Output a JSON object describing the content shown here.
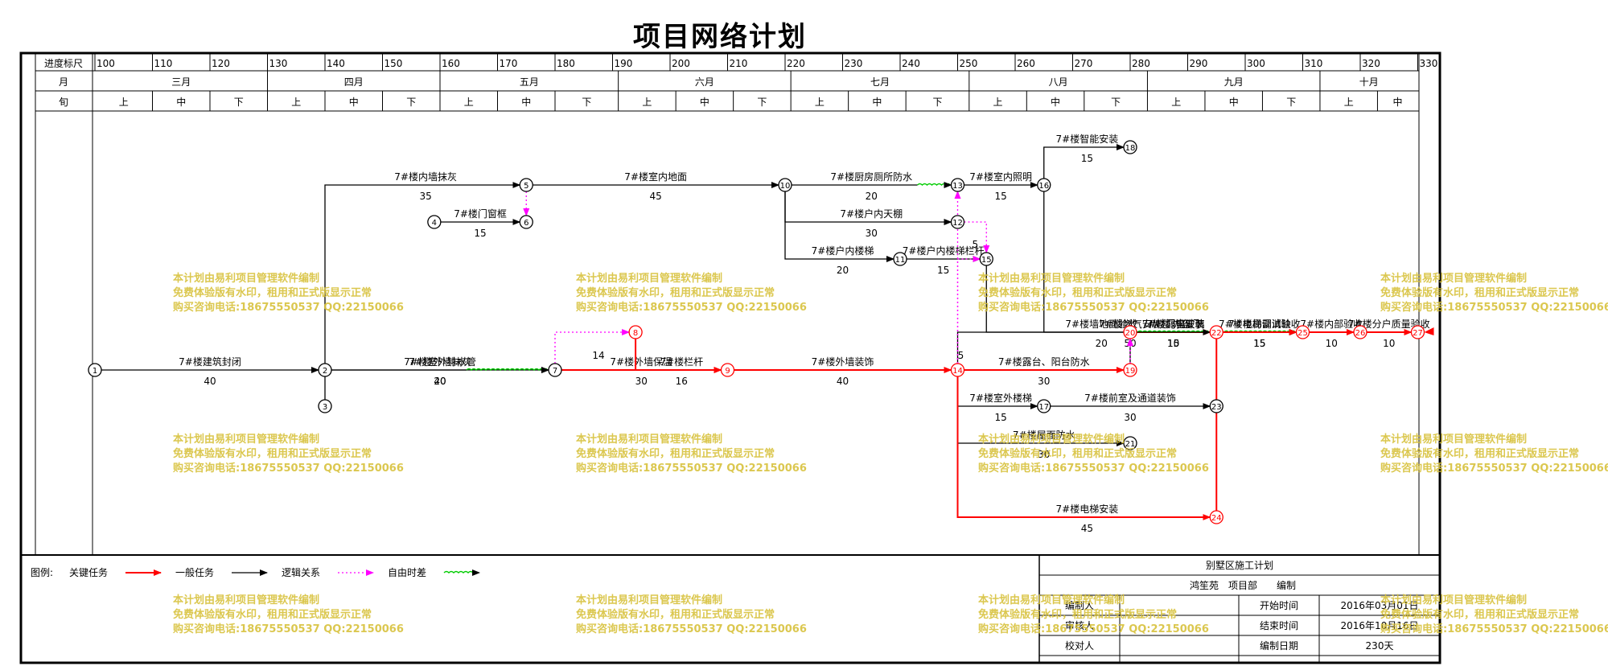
{
  "title": "项目网络计划",
  "scale": {
    "row_label": "进度标尺",
    "month_label": "月",
    "period_label": "旬",
    "start": 100,
    "ticks": [
      "100",
      "110",
      "120",
      "130",
      "140",
      "150",
      "160",
      "170",
      "180",
      "190",
      "200",
      "210",
      "220",
      "230",
      "240",
      "250",
      "260",
      "270",
      "280",
      "290",
      "300",
      "310",
      "320",
      "330"
    ],
    "months": [
      {
        "name": "三月",
        "from": 100,
        "to": 130
      },
      {
        "name": "四月",
        "from": 130,
        "to": 160
      },
      {
        "name": "五月",
        "from": 160,
        "to": 191
      },
      {
        "name": "六月",
        "from": 191,
        "to": 221
      },
      {
        "name": "七月",
        "from": 221,
        "to": 252
      },
      {
        "name": "八月",
        "from": 252,
        "to": 283
      },
      {
        "name": "九月",
        "from": 283,
        "to": 313
      },
      {
        "name": "十月",
        "from": 313,
        "to": 330
      }
    ],
    "periods": [
      {
        "name": "上",
        "from": 100,
        "to": 110
      },
      {
        "name": "中",
        "from": 110,
        "to": 120
      },
      {
        "name": "下",
        "from": 120,
        "to": 130
      },
      {
        "name": "上",
        "from": 130,
        "to": 140
      },
      {
        "name": "中",
        "from": 140,
        "to": 150
      },
      {
        "name": "下",
        "from": 150,
        "to": 160
      },
      {
        "name": "上",
        "from": 160,
        "to": 170
      },
      {
        "name": "中",
        "from": 170,
        "to": 180
      },
      {
        "name": "下",
        "from": 180,
        "to": 191
      },
      {
        "name": "上",
        "from": 191,
        "to": 201
      },
      {
        "name": "中",
        "from": 201,
        "to": 211
      },
      {
        "name": "下",
        "from": 211,
        "to": 221
      },
      {
        "name": "上",
        "from": 221,
        "to": 231
      },
      {
        "name": "中",
        "from": 231,
        "to": 241
      },
      {
        "name": "下",
        "from": 241,
        "to": 252
      },
      {
        "name": "上",
        "from": 252,
        "to": 262
      },
      {
        "name": "中",
        "from": 262,
        "to": 272
      },
      {
        "name": "下",
        "from": 272,
        "to": 283
      },
      {
        "name": "上",
        "from": 283,
        "to": 293
      },
      {
        "name": "中",
        "from": 293,
        "to": 303
      },
      {
        "name": "下",
        "from": 303,
        "to": 313
      },
      {
        "name": "上",
        "from": 313,
        "to": 323
      },
      {
        "name": "中",
        "from": 323,
        "to": 330
      }
    ]
  },
  "nodes": [
    {
      "id": "1",
      "t": 100,
      "row": "main",
      "critical": false
    },
    {
      "id": "2",
      "t": 140,
      "row": "main",
      "critical": false
    },
    {
      "id": "3",
      "t": 140,
      "row": "r3",
      "critical": false
    },
    {
      "id": "4",
      "t": 159,
      "row": "r4",
      "critical": false
    },
    {
      "id": "5",
      "t": 175,
      "row": "r5",
      "critical": false
    },
    {
      "id": "6",
      "t": 175,
      "row": "r4",
      "critical": false
    },
    {
      "id": "7",
      "t": 180,
      "row": "main",
      "critical": false
    },
    {
      "id": "8",
      "t": 194,
      "row": "r8",
      "critical": true
    },
    {
      "id": "9",
      "t": 210,
      "row": "main",
      "critical": true
    },
    {
      "id": "10",
      "t": 220,
      "row": "r5",
      "critical": false
    },
    {
      "id": "11",
      "t": 240,
      "row": "r15",
      "critical": false
    },
    {
      "id": "12",
      "t": 250,
      "row": "r12",
      "critical": false
    },
    {
      "id": "13",
      "t": 250,
      "row": "r5",
      "critical": false
    },
    {
      "id": "14",
      "t": 250,
      "row": "main",
      "critical": true
    },
    {
      "id": "15",
      "t": 255,
      "row": "r15",
      "critical": false
    },
    {
      "id": "16",
      "t": 265,
      "row": "r5",
      "critical": false
    },
    {
      "id": "17",
      "t": 265,
      "row": "r3",
      "critical": false
    },
    {
      "id": "18",
      "t": 280,
      "row": "r18",
      "critical": false
    },
    {
      "id": "19",
      "t": 280,
      "row": "main",
      "critical": true
    },
    {
      "id": "20",
      "t": 280,
      "row": "r8",
      "critical": true
    },
    {
      "id": "21",
      "t": 280,
      "row": "r21",
      "critical": false
    },
    {
      "id": "22",
      "t": 295,
      "row": "r8",
      "critical": true
    },
    {
      "id": "23",
      "t": 295,
      "row": "r3",
      "critical": false
    },
    {
      "id": "24",
      "t": 295,
      "row": "r24",
      "critical": true
    },
    {
      "id": "25",
      "t": 310,
      "row": "r8",
      "critical": true
    },
    {
      "id": "26",
      "t": 320,
      "row": "r8",
      "critical": true
    },
    {
      "id": "27",
      "t": 330,
      "row": "r8",
      "critical": true
    }
  ],
  "activities": [
    {
      "from": "1",
      "to": "2",
      "name": "7#楼建筑封闭",
      "dur": "40",
      "type": "normal"
    },
    {
      "from": "2",
      "to": "5",
      "name": "7#楼内墙抹灰",
      "dur": "35",
      "type": "normal"
    },
    {
      "from": "2",
      "to": "7",
      "name": "7#楼外墙抹灰",
      "dur": "40",
      "type": "normal"
    },
    {
      "from": "3",
      "to": "7",
      "name": "7#楼室外排水管",
      "dur": "20",
      "type": "normal",
      "float_to": 180
    },
    {
      "from": "4",
      "to": "6",
      "name": "7#楼门窗框",
      "dur": "15",
      "type": "normal"
    },
    {
      "from": "5",
      "to": "10",
      "name": "7#楼室内地面",
      "dur": "45",
      "type": "normal"
    },
    {
      "from": "7",
      "to": "9",
      "name": "7#楼外墙保温",
      "dur": "30",
      "type": "critical"
    },
    {
      "from": "8",
      "to": "9",
      "name": "7#楼栏杆",
      "dur": "16",
      "type": "critical"
    },
    {
      "from": "9",
      "to": "14",
      "name": "7#楼外墙装饰",
      "dur": "40",
      "type": "critical"
    },
    {
      "from": "10",
      "to": "13",
      "name": "7#楼厨房厕所防水",
      "dur": "20",
      "type": "normal",
      "float_to": 250
    },
    {
      "from": "10",
      "to": "12",
      "name": "7#楼户内天棚",
      "dur": "30",
      "type": "normal"
    },
    {
      "from": "10",
      "to": "11",
      "name": "7#楼户内楼梯",
      "dur": "20",
      "type": "normal"
    },
    {
      "from": "11",
      "to": "15",
      "name": "7#楼户内楼梯栏杆",
      "dur": "15",
      "type": "normal"
    },
    {
      "from": "13",
      "to": "16",
      "name": "7#楼室内照明",
      "dur": "15",
      "type": "normal"
    },
    {
      "from": "16",
      "to": "18",
      "name": "7#楼智能安装",
      "dur": "15",
      "type": "normal"
    },
    {
      "from": "16",
      "to": "25",
      "name": "7#楼弱电安装",
      "dur": "15",
      "type": "normal",
      "float_to": 310
    },
    {
      "from": "15",
      "to": "22",
      "name": "7#楼墙地面验收",
      "dur": "20",
      "type": "normal",
      "float_to": 295
    },
    {
      "from": "14",
      "to": "19",
      "name": "7#楼露台、阳台防水",
      "dur": "30",
      "type": "critical"
    },
    {
      "from": "20",
      "to": "22",
      "name": "7#楼门窗玻璃",
      "dur": "15",
      "type": "critical"
    },
    {
      "from": "19",
      "to": "22",
      "name": "7#楼防盗门",
      "dur": "10",
      "type": "normal",
      "float_to": 295
    },
    {
      "from": "22",
      "to": "25",
      "name": "7#楼局部消缺",
      "dur": "15",
      "type": "critical"
    },
    {
      "from": "25",
      "to": "26",
      "name": "7#楼内部验收",
      "dur": "10",
      "type": "critical"
    },
    {
      "from": "26",
      "to": "27",
      "name": "7#楼分户质量验收",
      "dur": "10",
      "type": "critical"
    },
    {
      "from": "14",
      "to": "17",
      "name": "7#楼室外楼梯",
      "dur": "15",
      "type": "normal"
    },
    {
      "from": "17",
      "to": "23",
      "name": "7#楼前室及通道装饰",
      "dur": "30",
      "type": "normal"
    },
    {
      "from": "14",
      "to": "21",
      "name": "7#楼屋面防水",
      "dur": "30",
      "type": "normal"
    },
    {
      "from": "14",
      "to": "25",
      "name": "7#楼燃气安装",
      "dur": "50",
      "type": "normal",
      "float_to": 310
    },
    {
      "from": "14",
      "to": "24",
      "name": "7#楼电梯安装",
      "dur": "45",
      "type": "critical"
    },
    {
      "from": "24",
      "to": "25",
      "name": "7#楼电梯调试验收",
      "dur": "15",
      "type": "critical"
    }
  ],
  "dummies": [
    {
      "from": "5",
      "to": "6",
      "label": ""
    },
    {
      "from": "7",
      "to": "8",
      "label": "14"
    },
    {
      "from": "12",
      "to": "15",
      "label": "5"
    },
    {
      "from": "14",
      "to": "13",
      "label": "5"
    },
    {
      "from": "14",
      "to": "15",
      "label": ""
    },
    {
      "from": "19",
      "to": "20",
      "label": ""
    }
  ],
  "legend": {
    "label": "图例:",
    "items": [
      {
        "name": "关键任务",
        "color": "#ff0000",
        "style": "solid"
      },
      {
        "name": "一般任务",
        "color": "#000000",
        "style": "solid"
      },
      {
        "name": "逻辑关系",
        "color": "#ff00ff",
        "style": "dotted"
      },
      {
        "name": "自由时差",
        "color": "#00cc00",
        "style": "wave"
      }
    ]
  },
  "info": {
    "project": "别墅区施工计划",
    "row2": "鸿笙苑　项目部　　编制",
    "rows": [
      {
        "l1": "编制人",
        "v1": "",
        "l2": "开始时间",
        "v2": "2016年03月01日"
      },
      {
        "l1": "审核人",
        "v1": "",
        "l2": "结束时间",
        "v2": "2016年10月16日"
      },
      {
        "l1": "校对人",
        "v1": "",
        "l2": "编制日期",
        "v2": "230天"
      }
    ]
  },
  "watermark": [
    "本计划由易利项目管理软件编制",
    "免费体验版有水印，租用和正式版显示正常",
    "购买咨询电话:18675550537 QQ:22150066"
  ],
  "colors": {
    "critical": "#ff0000",
    "normal": "#000000",
    "dummy": "#ff00ff",
    "float": "#00cc00",
    "watermark": "#d8c23c",
    "border": "#000000"
  }
}
